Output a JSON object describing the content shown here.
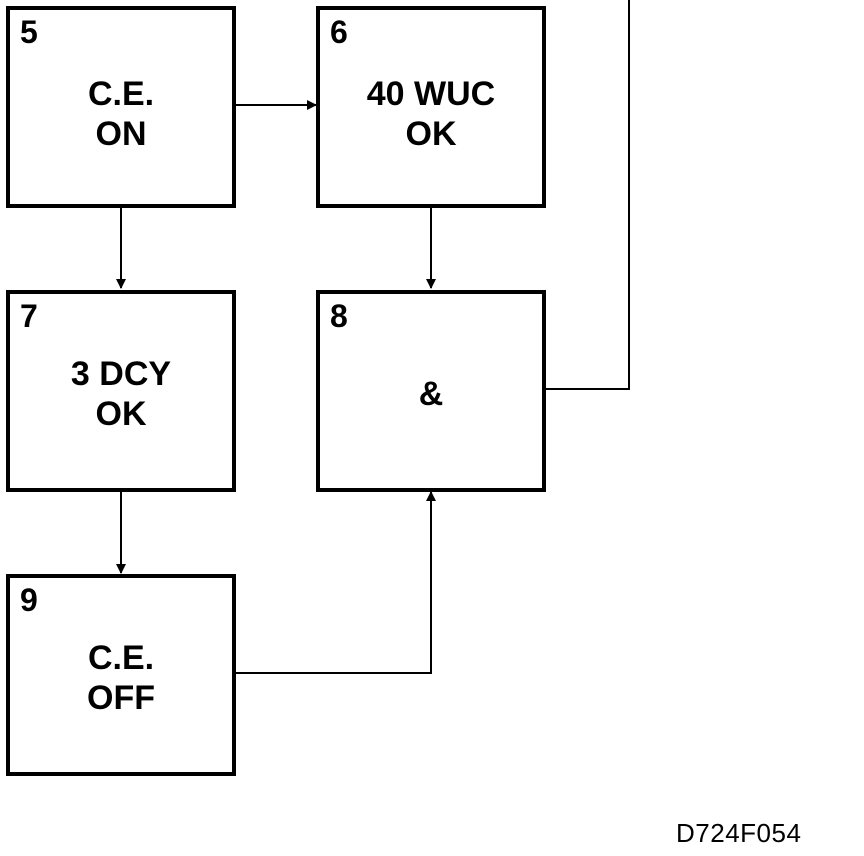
{
  "boxes": {
    "b5": {
      "number": "5",
      "line1": "C.E.",
      "line2": "ON"
    },
    "b6": {
      "number": "6",
      "line1": "40 WUC",
      "line2": "OK"
    },
    "b7": {
      "number": "7",
      "line1": "3 DCY",
      "line2": "OK"
    },
    "b8": {
      "number": "8",
      "line1": "&",
      "line2": ""
    },
    "b9": {
      "number": "9",
      "line1": "C.E.",
      "line2": "OFF"
    }
  },
  "figure_id": "D724F054"
}
